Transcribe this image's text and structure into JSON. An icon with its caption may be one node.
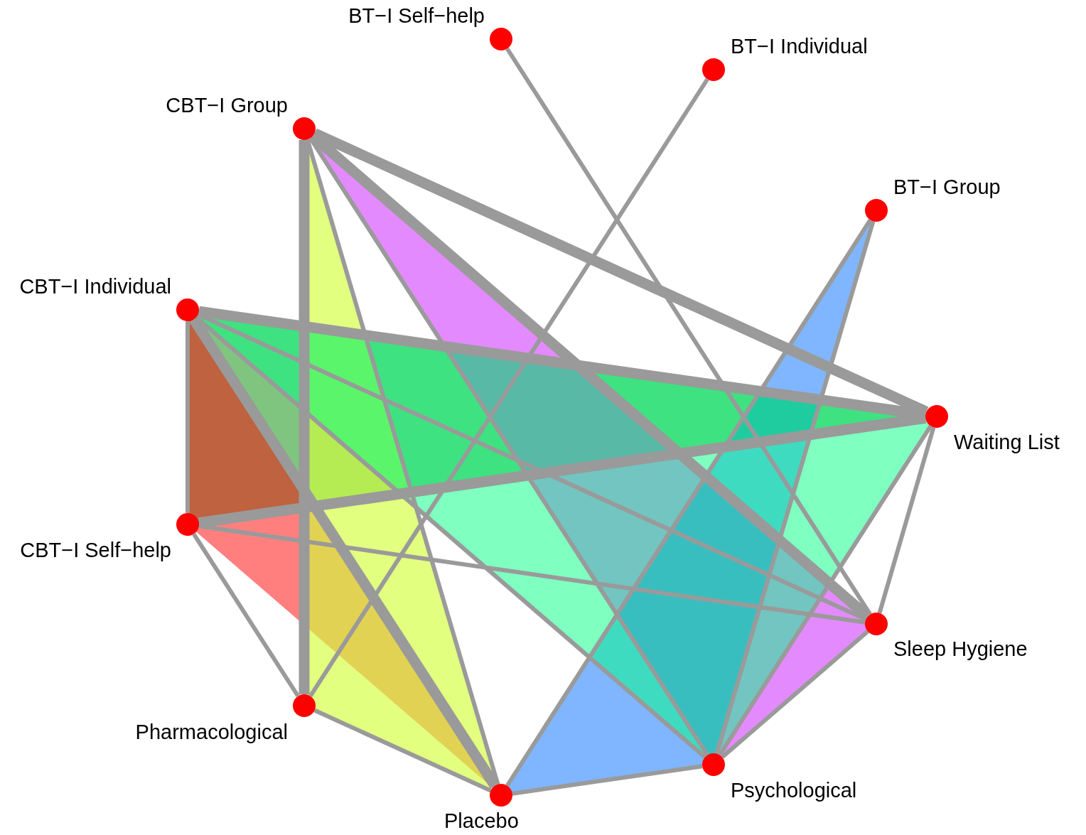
{
  "diagram": {
    "nodes": [
      {
        "text": [
          "BT−I Self−help"
        ]
      },
      {
        "text": [
          "BT−I Individual"
        ]
      },
      {
        "text": [
          "BT−I Group"
        ]
      },
      {
        "text": [
          "CBT−I Group"
        ]
      },
      {
        "text": [
          "CBT−I Individual"
        ]
      },
      {
        "text": [
          "CBT−I Self−help"
        ]
      },
      {
        "text": [
          "Pharmacological"
        ]
      },
      {
        "text": [
          "Placebo"
        ]
      },
      {
        "text": [
          "Psychological"
        ]
      },
      {
        "text": [
          "Sleep Hygiene"
        ]
      },
      {
        "text": [
          "Waiting List"
        ]
      }
    ],
    "edges": [
      {
        "from": 0,
        "to": 9,
        "arrow": "none"
      },
      {
        "from": 1,
        "to": 6,
        "arrow": "none"
      },
      {
        "from": 2,
        "to": 7,
        "arrow": "none"
      },
      {
        "from": 2,
        "to": 8,
        "arrow": "none"
      },
      {
        "from": 3,
        "to": 6,
        "arrow": "none",
        "style": "thick"
      },
      {
        "from": 3,
        "to": 7,
        "arrow": "none"
      },
      {
        "from": 3,
        "to": 8,
        "arrow": "none"
      },
      {
        "from": 3,
        "to": 9,
        "arrow": "none",
        "style": "thick"
      },
      {
        "from": 3,
        "to": 10,
        "arrow": "none",
        "style": "thick"
      },
      {
        "from": 4,
        "to": 5,
        "arrow": "none"
      },
      {
        "from": 4,
        "to": 7,
        "arrow": "none",
        "style": "thick"
      },
      {
        "from": 4,
        "to": 8,
        "arrow": "none"
      },
      {
        "from": 4,
        "to": 9,
        "arrow": "none"
      },
      {
        "from": 4,
        "to": 10,
        "arrow": "none",
        "style": "thick"
      },
      {
        "from": 5,
        "to": 6,
        "arrow": "none"
      },
      {
        "from": 5,
        "to": 9,
        "arrow": "none"
      },
      {
        "from": 5,
        "to": 10,
        "arrow": "none",
        "style": "thick"
      },
      {
        "from": 6,
        "to": 7,
        "arrow": "none"
      },
      {
        "from": 7,
        "to": 8,
        "arrow": "none"
      },
      {
        "from": 8,
        "to": 9,
        "arrow": "none"
      },
      {
        "from": 8,
        "to": 10,
        "arrow": "none"
      },
      {
        "from": 9,
        "to": 10,
        "arrow": "none"
      }
    ]
  }
}
